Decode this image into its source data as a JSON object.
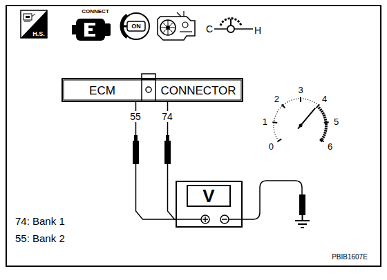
{
  "diagram": {
    "nodes": [
      {
        "text": [
          "ECM",
          "CONNECTOR"
        ]
      },
      {
        "text": [
          "V"
        ]
      }
    ],
    "edges": [
      {
        "from": 0,
        "to": 1,
        "arrow": "none"
      },
      {
        "from": 0,
        "to": 1,
        "arrow": "none"
      }
    ],
    "labels": [
      "CONNECT",
      "H.S.",
      "ON",
      "C",
      "H",
      "55",
      "74",
      "0",
      "1",
      "2",
      "3",
      "4",
      "5",
      "6",
      "74: Bank 1",
      "55: Bank 2",
      "PBIB1607E"
    ]
  }
}
